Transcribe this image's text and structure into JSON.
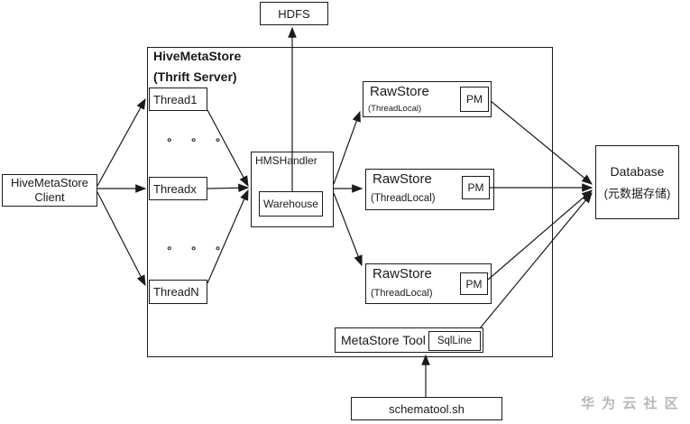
{
  "diagram": {
    "nodes": {
      "hdfs": {
        "label": "HDFS"
      },
      "server": {
        "title": "HiveMetaStore",
        "subtitle": "(Thrift Server)"
      },
      "client": {
        "label_line1": "HiveMetaStore",
        "label_line2": "Client"
      },
      "thread1": {
        "label": "Thread1"
      },
      "threadx": {
        "label": "Threadx"
      },
      "threadn": {
        "label": "ThreadN"
      },
      "dots": "∘ ∘ ∘",
      "hmshandler": {
        "label": "HMSHandler"
      },
      "warehouse": {
        "label": "Warehouse"
      },
      "rawstore1": {
        "label": "RawStore",
        "sublabel": "(ThreadLocal)",
        "pm_label": "PM"
      },
      "rawstore2": {
        "label": "RawStore",
        "sublabel": "(ThreadLocal)",
        "pm_label": "PM"
      },
      "rawstore3": {
        "label": "RawStore",
        "sublabel": "(ThreadLocal)",
        "pm_label": "PM"
      },
      "metastore_tool": {
        "label": "MetaStore Tool",
        "inner_label": "SqlLine"
      },
      "database": {
        "label": "Database",
        "sublabel": "(元数据存储)"
      },
      "schematool": {
        "label": "schematool.sh"
      }
    },
    "watermark": "华 为 云 社 区",
    "colors": {
      "line": "#1a1a1a",
      "background": "#ffffff",
      "watermark": "#b4b6b8"
    }
  }
}
